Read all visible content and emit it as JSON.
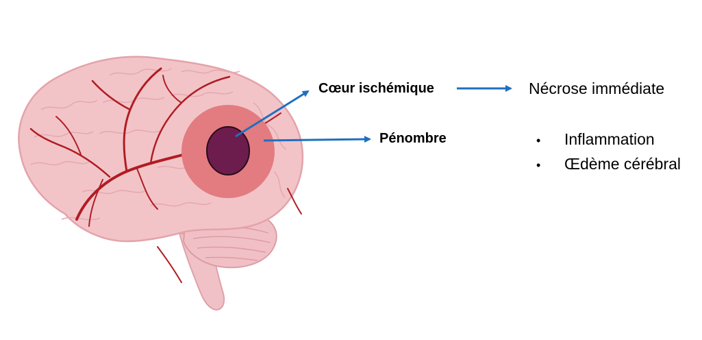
{
  "labels": {
    "core": "Cœur ischémique",
    "penumbra": "Pénombre",
    "necrosis": "Nécrose immédiate"
  },
  "penumbra_effects": [
    "Inflammation",
    "Œdème cérébral"
  ],
  "colors": {
    "brain_fill": "#f2c4c8",
    "brain_outline": "#e3a3aa",
    "vessel": "#b01c22",
    "penumbra_zone": "#e27c80",
    "core_zone": "#6d1d4d",
    "arrow": "#1f6fbf"
  },
  "icons": {
    "bullet": "•"
  }
}
